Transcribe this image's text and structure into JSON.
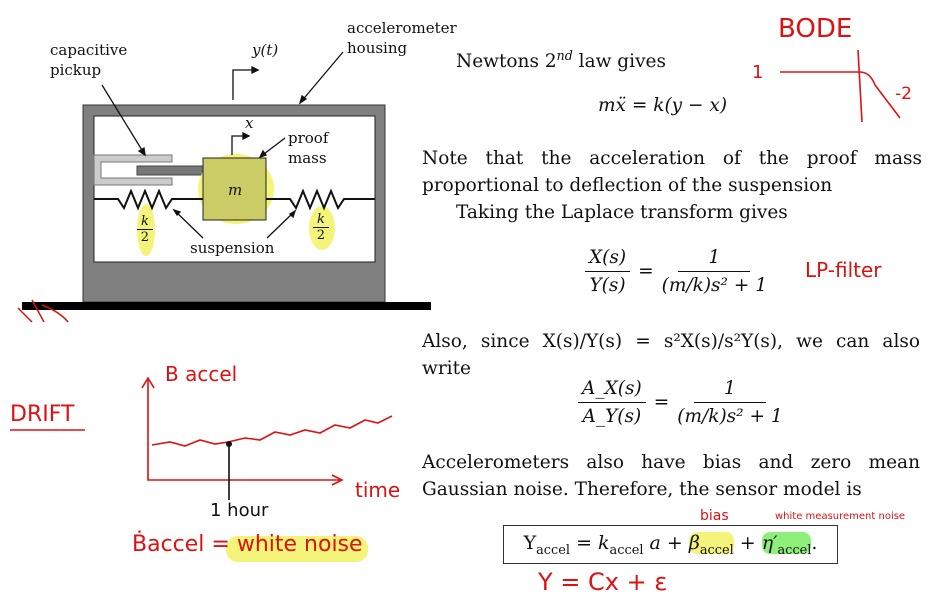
{
  "diagram": {
    "label_pickup": "capacitive pickup",
    "label_y": "y(t)",
    "label_housing": "accelerometer housing",
    "label_x": "x",
    "label_proof_mass": "proof mass",
    "label_mass": "m",
    "label_suspension": "suspension",
    "label_k": "k",
    "label_2": "2"
  },
  "text": {
    "newton": "Newtons 2",
    "newton_sup": "nd",
    "newton_rest": " law gives",
    "eq1": "mẍ = k(y − x)",
    "para1": "Note that the acceleration of the proof mass proportional to deflection of the suspension",
    "para2": "Taking the Laplace transform gives",
    "eq2_num": "X(s)",
    "eq2_den": "Y(s)",
    "eq2_rhs_num": "1",
    "eq2_rhs_den": "(m/k)s² + 1",
    "para3": "Also, since X(s)/Y(s) = s²X(s)/s²Y(s), we can also write",
    "eq3_num": "A_X(s)",
    "eq3_den": "A_Y(s)",
    "eq3_rhs_num": "1",
    "eq3_rhs_den": "(m/k)s² + 1",
    "para4": "Accelerometers also have bias and zero mean Gaussian noise. Therefore, the sensor model is",
    "model_eq": "Υaccel = kaccel a + βaccel + η′accel."
  },
  "annotations": {
    "bode": "BODE",
    "bode_1": "1",
    "bode_slope": "-2",
    "lp_filter": "LP-filter",
    "drift": "DRIFT",
    "b_accel": "B accel",
    "time": "time",
    "one_hour": "1 hour",
    "bdot_white": "Ḃaccel = white noise",
    "bias": "bias",
    "white_noise": "white measurement noise",
    "y_eq": "Y = Cx + ε"
  },
  "colors": {
    "ink": "#dd1111",
    "highlight_yellow": "#f4f47a",
    "highlight_green": "#8ef07a",
    "housing": "#808080",
    "mass": "#cccc66"
  }
}
